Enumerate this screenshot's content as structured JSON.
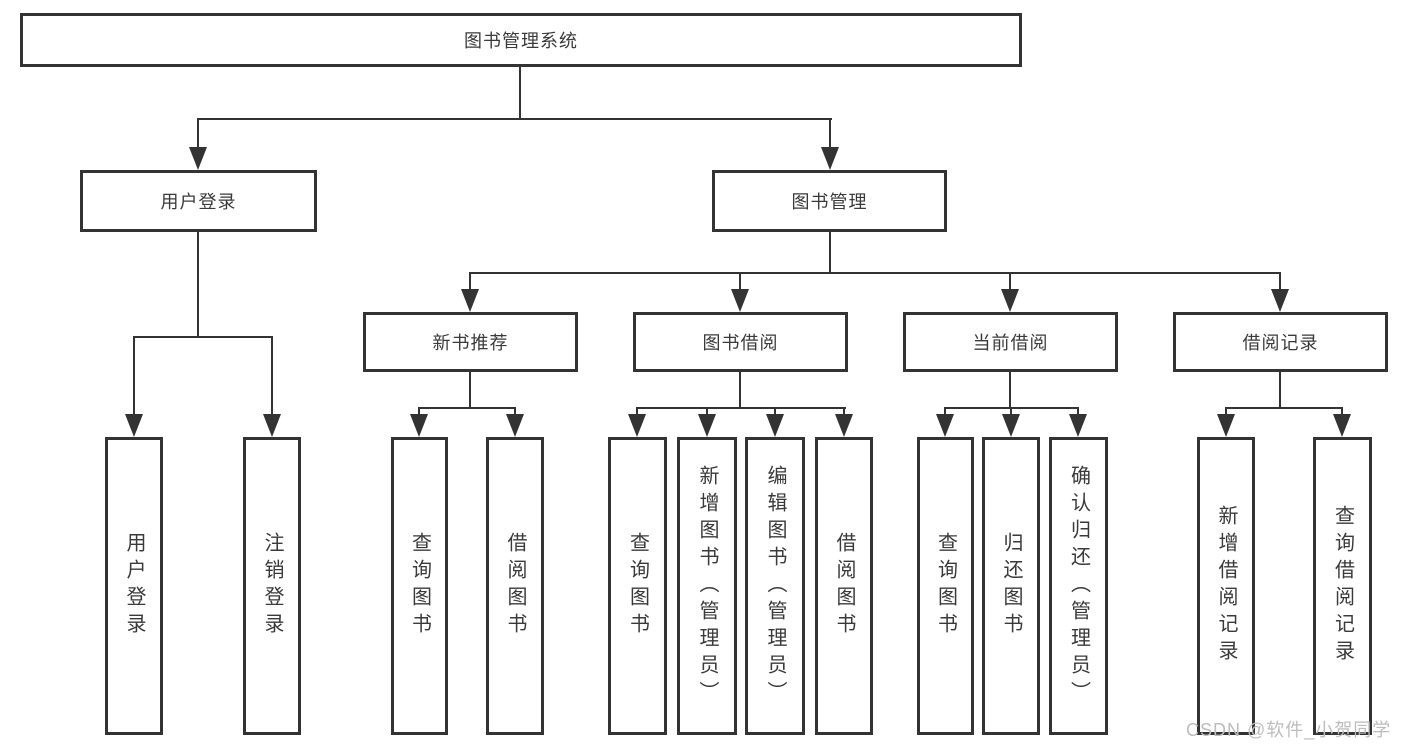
{
  "tree": {
    "label": "图书管理系统",
    "children": [
      {
        "label": "用户登录",
        "children": [
          {
            "label": "用户登录"
          },
          {
            "label": "注销登录"
          }
        ]
      },
      {
        "label": "图书管理",
        "children": [
          {
            "label": "新书推荐",
            "children": [
              {
                "label": "查询图书"
              },
              {
                "label": "借阅图书"
              }
            ]
          },
          {
            "label": "图书借阅",
            "children": [
              {
                "label": "查询图书"
              },
              {
                "label": "新增图书（管理员）"
              },
              {
                "label": "编辑图书（管理员）"
              },
              {
                "label": "借阅图书"
              }
            ]
          },
          {
            "label": "当前借阅",
            "children": [
              {
                "label": "查询图书"
              },
              {
                "label": "归还图书"
              },
              {
                "label": "确认归还（管理员）"
              }
            ]
          },
          {
            "label": "借阅记录",
            "children": [
              {
                "label": "新增借阅记录"
              },
              {
                "label": "查询借阅记录"
              }
            ]
          }
        ]
      }
    ]
  },
  "watermark": {
    "text": "CSDN @软件_小贺同学"
  },
  "colors": {
    "line": "#333333",
    "box_border": "#333333",
    "text": "#3a3a3a",
    "watermark": "#bdbdbd",
    "background": "#ffffff"
  }
}
